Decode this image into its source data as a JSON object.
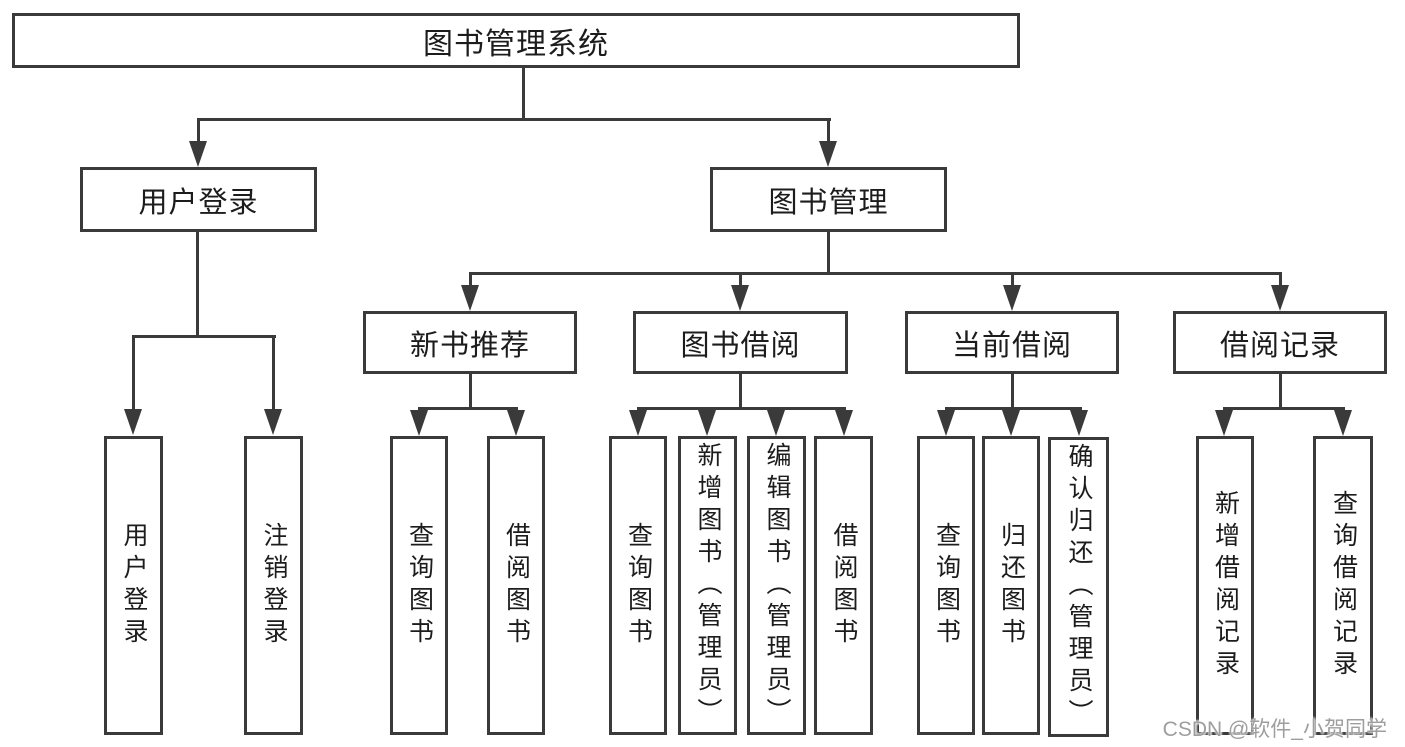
{
  "diagram": {
    "root": {
      "label": "图书管理系统"
    },
    "branches": [
      {
        "label": "用户登录",
        "leaves": [
          {
            "label": "用户登录"
          },
          {
            "label": "注销登录"
          }
        ]
      },
      {
        "label": "图书管理",
        "groups": [
          {
            "label": "新书推荐",
            "leaves": [
              {
                "label": "查询图书"
              },
              {
                "label": "借阅图书"
              }
            ]
          },
          {
            "label": "图书借阅",
            "leaves": [
              {
                "label": "查询图书"
              },
              {
                "label": "新增图书（管理员）"
              },
              {
                "label": "编辑图书（管理员）"
              },
              {
                "label": "借阅图书"
              }
            ]
          },
          {
            "label": "当前借阅",
            "leaves": [
              {
                "label": "查询图书"
              },
              {
                "label": "归还图书"
              },
              {
                "label": "确认归还（管理员）"
              }
            ]
          },
          {
            "label": "借阅记录",
            "leaves": [
              {
                "label": "新增借阅记录"
              },
              {
                "label": "查询借阅记录"
              }
            ]
          }
        ]
      }
    ]
  },
  "watermark": {
    "text": "CSDN @软件_小贺同学"
  },
  "colors": {
    "line": "#3a3a3a",
    "text": "#1c1c1c",
    "watermark": "#9e9e9e",
    "background": "#ffffff"
  }
}
